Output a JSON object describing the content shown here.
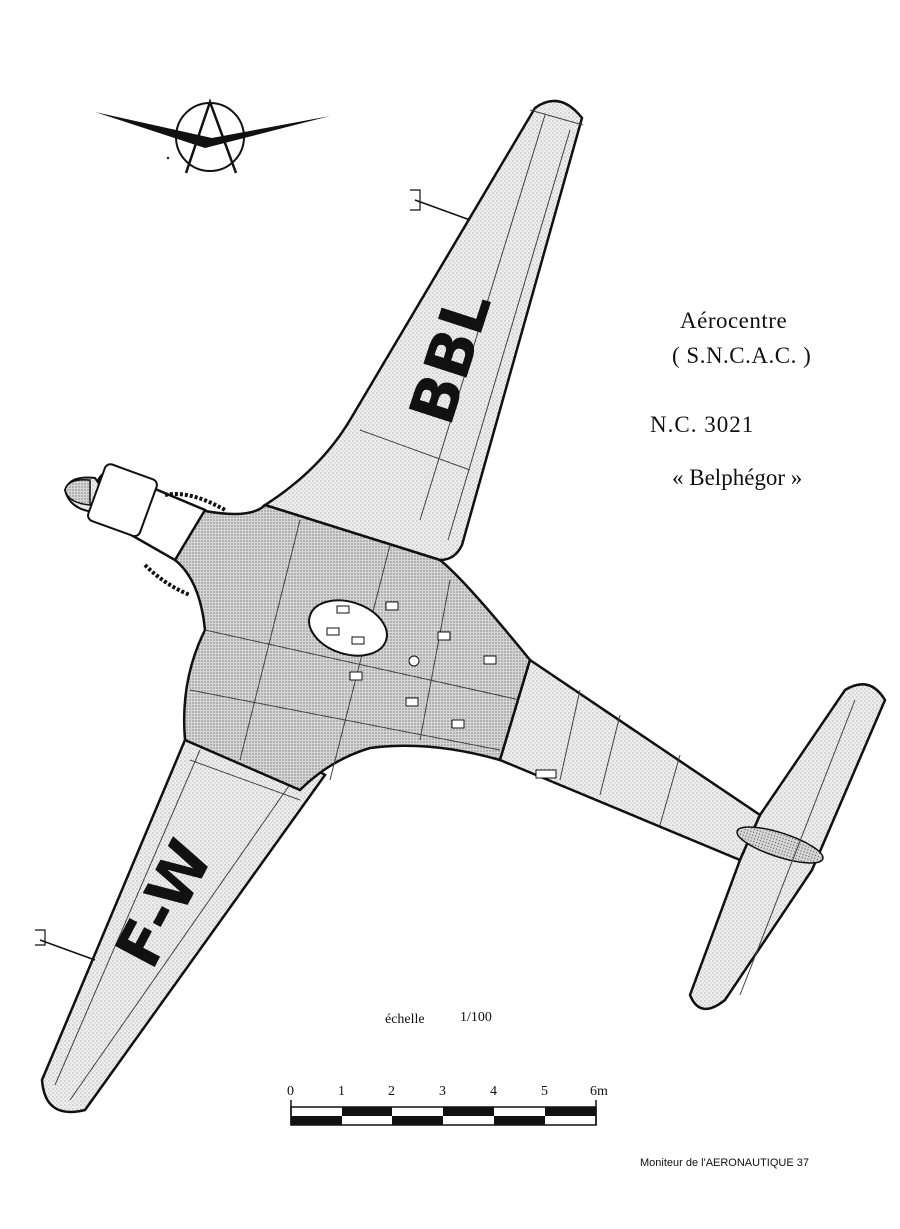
{
  "title": {
    "manufacturer": "Aérocentre",
    "manufacturer_abbr": "( S.N.C.A.C. )",
    "model": "N.C.  3021",
    "nickname": "« Belphégor »"
  },
  "registration": {
    "right_wing": "BBL",
    "left_wing": "F-W"
  },
  "scale": {
    "label": "échelle",
    "ratio": "1/100",
    "ticks": [
      "0",
      "1",
      "2",
      "3",
      "4",
      "5",
      "6m"
    ]
  },
  "footer": "Moniteur de l'AERONAUTIQUE 37",
  "logo": {
    "icon": "aerocentre-winged-a-logo"
  }
}
